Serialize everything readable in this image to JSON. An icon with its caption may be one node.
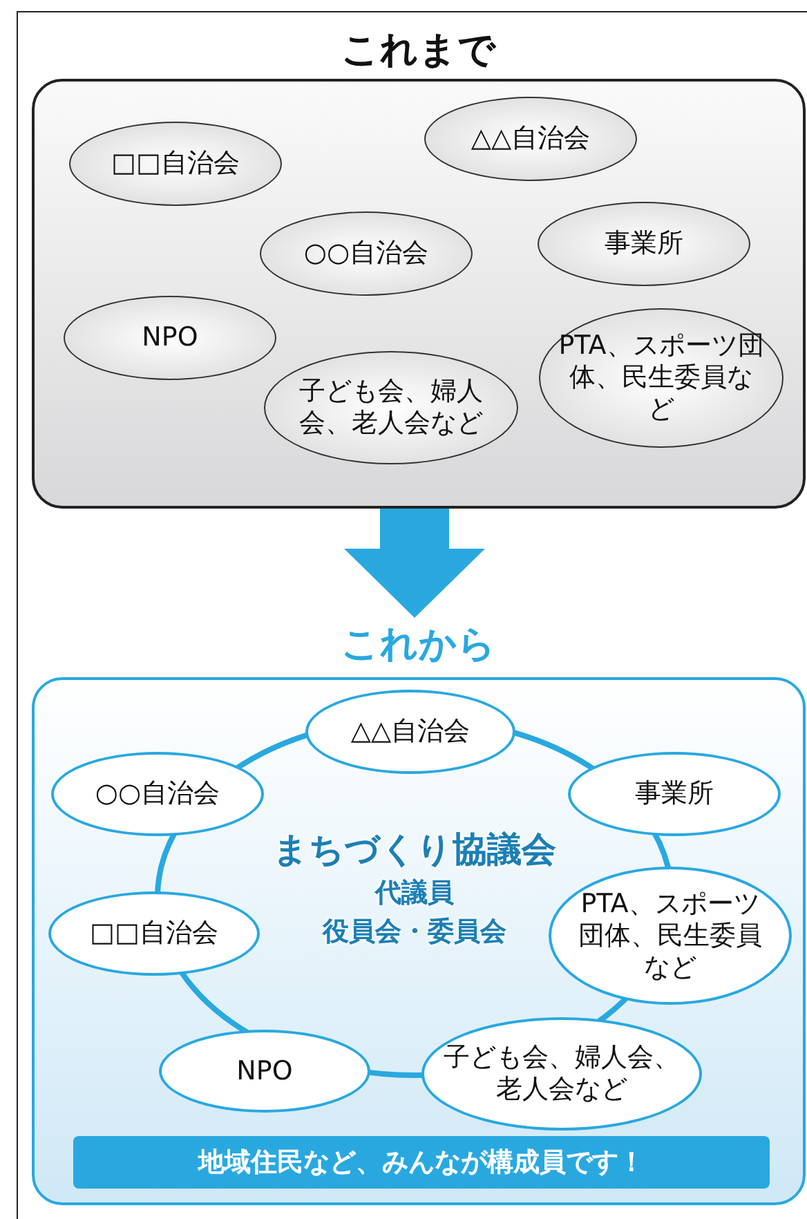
{
  "diagram": {
    "nodes": [
      {
        "text": [
          "これまで"
        ]
      },
      {
        "text": [
          "□□自治会"
        ],
        "in": 0
      },
      {
        "text": [
          "△△自治会"
        ],
        "in": 0
      },
      {
        "text": [
          "○○自治会"
        ],
        "in": 0
      },
      {
        "text": [
          "事業所"
        ],
        "in": 0
      },
      {
        "text": [
          "NPO"
        ],
        "in": 0
      },
      {
        "text": [
          "PTA、スポーツ団体、民生委員など"
        ],
        "in": 0
      },
      {
        "text": [
          "子ども会、婦人会、老人会など"
        ],
        "in": 0
      },
      {
        "text": [
          "これから"
        ]
      },
      {
        "text": [
          "まちづくり協議会",
          "代議員",
          "役員会・委員会"
        ],
        "in": 8
      },
      {
        "text": [
          "△△自治会"
        ],
        "in": 8
      },
      {
        "text": [
          "○○自治会"
        ],
        "in": 8
      },
      {
        "text": [
          "事業所"
        ],
        "in": 8
      },
      {
        "text": [
          "PTA、スポーツ団体、民生委員など"
        ],
        "in": 8
      },
      {
        "text": [
          "□□自治会"
        ],
        "in": 8
      },
      {
        "text": [
          "NPO"
        ],
        "in": 8
      },
      {
        "text": [
          "子ども会、婦人会、老人会など"
        ],
        "in": 8
      },
      {
        "text": [
          "地域住民など、みんなが構成員です！"
        ],
        "in": 8
      }
    ],
    "edges": [
      {
        "from": 0,
        "to": 8,
        "arrow": "to",
        "color": "#29a8e0"
      }
    ]
  }
}
